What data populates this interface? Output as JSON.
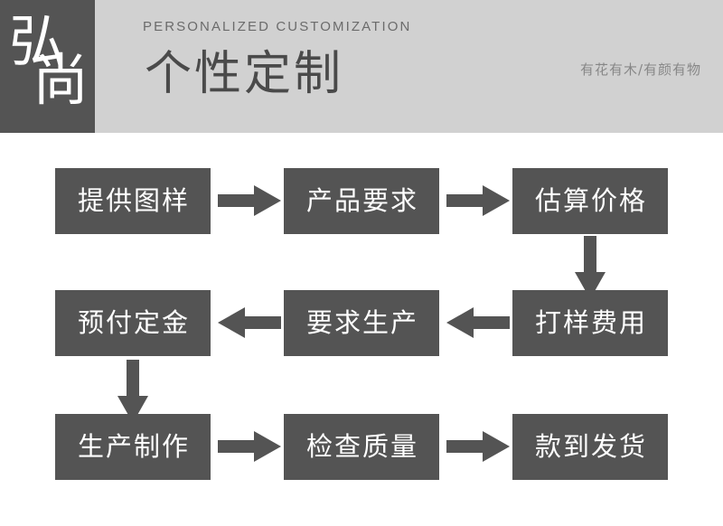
{
  "header": {
    "logo": {
      "name": "弘尚",
      "char_top": "弘",
      "char_bottom": "尚",
      "background": "#545454",
      "foreground": "#ffffff"
    },
    "eyebrow": "PERSONALIZED CUSTOMIZATION",
    "title": "个性定制",
    "tagline": "有花有木/有颜有物",
    "background": "#d1d1d1",
    "text_color": "#4a4a4a"
  },
  "flow": {
    "box_color": "#545454",
    "box_text_color": "#ffffff",
    "arrow_color": "#545454",
    "background": "#ffffff",
    "steps": [
      {
        "id": 1,
        "label": "提供图样",
        "row": 1,
        "col": 1
      },
      {
        "id": 2,
        "label": "产品要求",
        "row": 1,
        "col": 2
      },
      {
        "id": 3,
        "label": "估算价格",
        "row": 1,
        "col": 3
      },
      {
        "id": 4,
        "label": "打样费用",
        "row": 2,
        "col": 3
      },
      {
        "id": 5,
        "label": "要求生产",
        "row": 2,
        "col": 2
      },
      {
        "id": 6,
        "label": "预付定金",
        "row": 2,
        "col": 1
      },
      {
        "id": 7,
        "label": "生产制作",
        "row": 3,
        "col": 1
      },
      {
        "id": 8,
        "label": "检查质量",
        "row": 3,
        "col": 2
      },
      {
        "id": 9,
        "label": "款到发货",
        "row": 3,
        "col": 3
      }
    ],
    "connectors": [
      {
        "from": "提供图样",
        "to": "产品要求",
        "direction": "right"
      },
      {
        "from": "产品要求",
        "to": "估算价格",
        "direction": "right"
      },
      {
        "from": "估算价格",
        "to": "打样费用",
        "direction": "down"
      },
      {
        "from": "打样费用",
        "to": "要求生产",
        "direction": "left"
      },
      {
        "from": "要求生产",
        "to": "预付定金",
        "direction": "left"
      },
      {
        "from": "预付定金",
        "to": "生产制作",
        "direction": "down"
      },
      {
        "from": "生产制作",
        "to": "检查质量",
        "direction": "right"
      },
      {
        "from": "检查质量",
        "to": "款到发货",
        "direction": "right"
      }
    ]
  }
}
